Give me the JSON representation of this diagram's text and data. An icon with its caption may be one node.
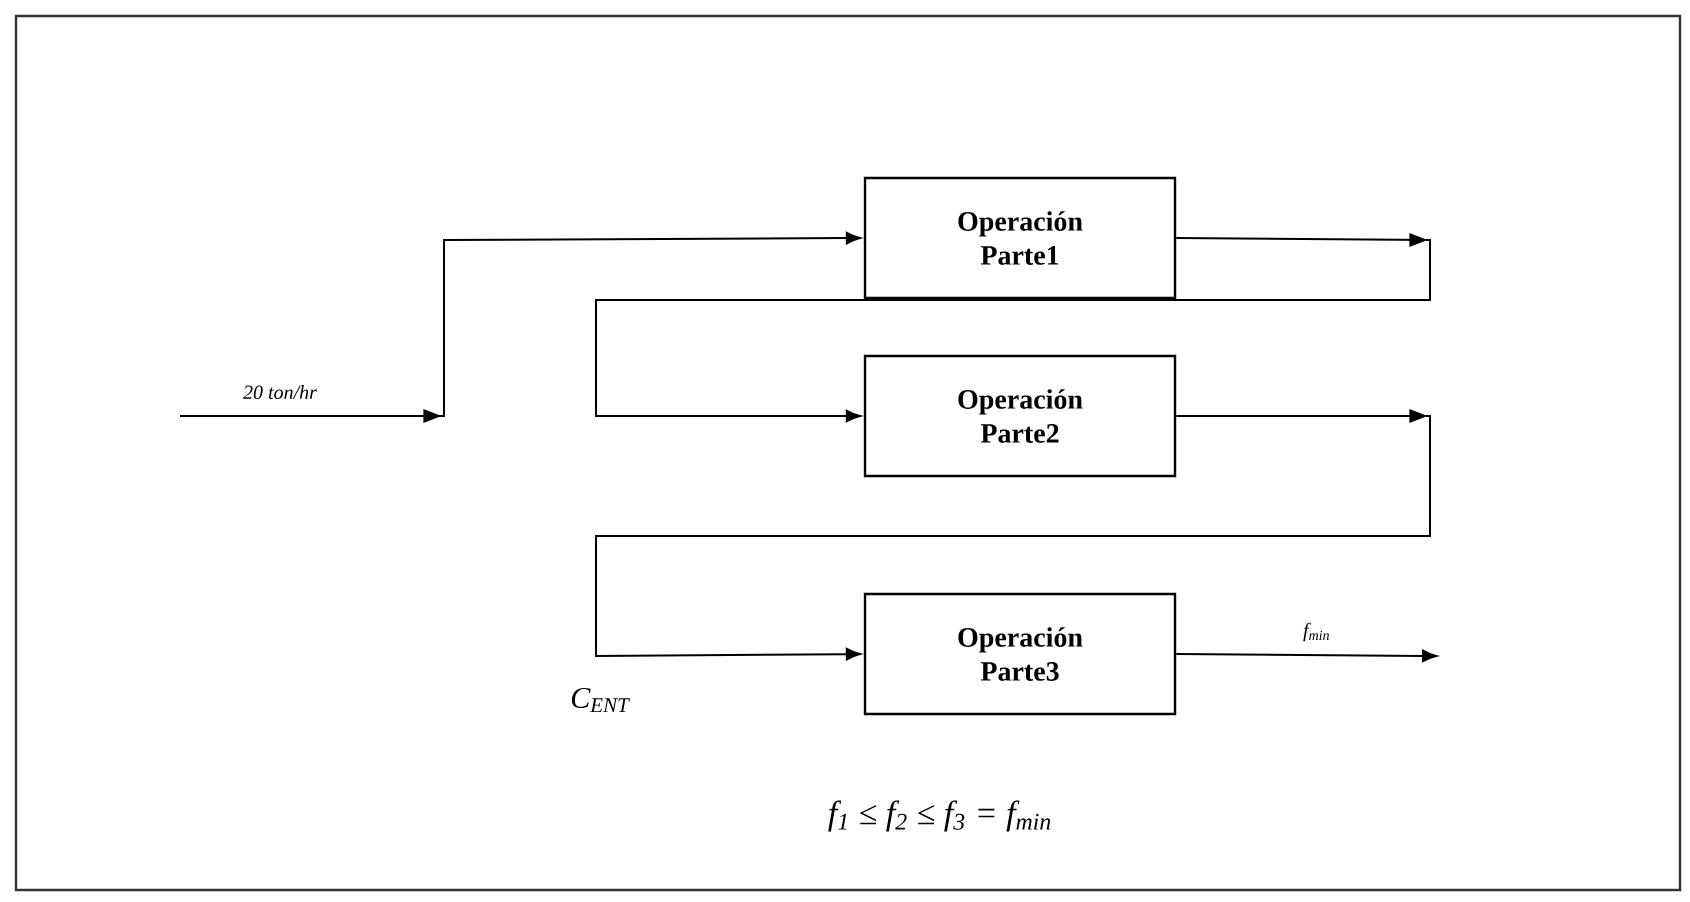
{
  "diagram": {
    "caption": "f$_{1}$ ≤ f$_{2}$ ≤ f$_{3}$ = f$_{min}$",
    "nodes": [
      {
        "text": [
          "Operación Parte1"
        ]
      },
      {
        "text": [
          "Operación Parte2"
        ]
      },
      {
        "text": [
          "Operación Parte3"
        ]
      }
    ],
    "edges": [
      {
        "from": null,
        "to": 0,
        "arrow": "to",
        "label": "20 ton/hr"
      },
      {
        "from": 0,
        "to": 1,
        "arrow": "to"
      },
      {
        "from": 1,
        "to": 2,
        "arrow": "to"
      },
      {
        "from": 2,
        "to": null,
        "arrow": "to",
        "label": "f$_{min}$"
      }
    ],
    "labels": [
      "C$_{ENT}$"
    ]
  }
}
